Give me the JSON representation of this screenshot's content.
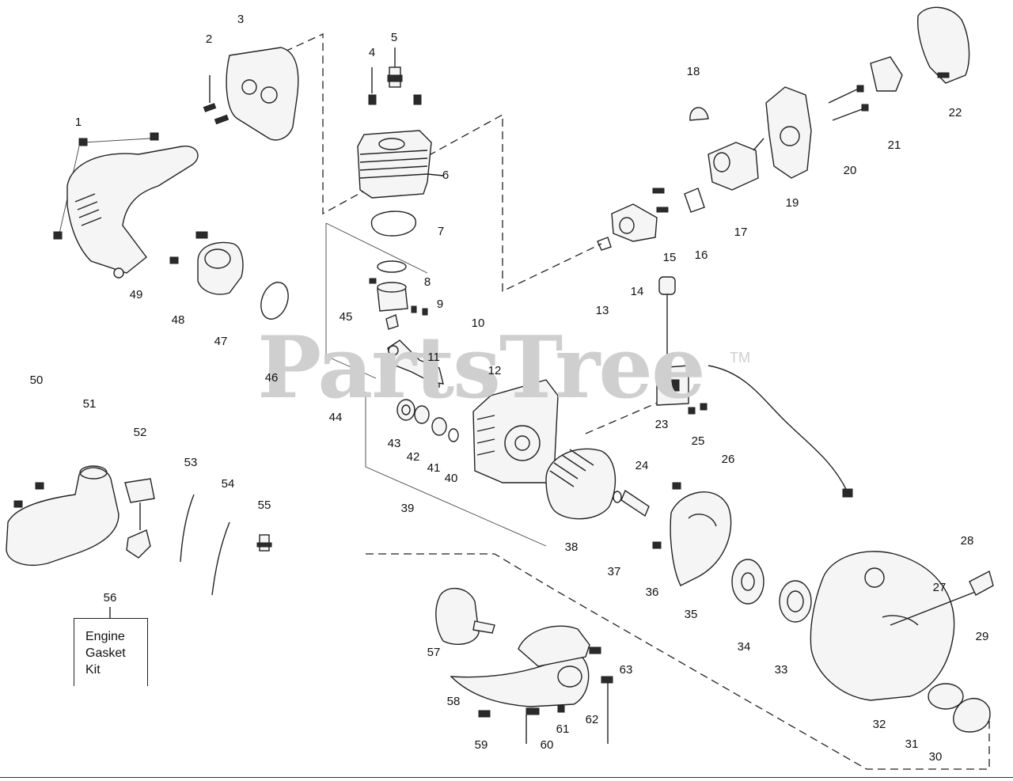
{
  "watermark": {
    "brand": "PartsTree",
    "tm": "TM"
  },
  "kit_box": {
    "line1": "Engine",
    "line2": "Gasket",
    "line3": "Kit"
  },
  "labels": {
    "n1": "1",
    "n2": "2",
    "n3": "3",
    "n4": "4",
    "n5": "5",
    "n6": "6",
    "n7": "7",
    "n8": "8",
    "n9": "9",
    "n10": "10",
    "n11": "11",
    "n12": "12",
    "n13": "13",
    "n14": "14",
    "n15": "15",
    "n16": "16",
    "n17": "17",
    "n18": "18",
    "n19": "19",
    "n20": "20",
    "n21": "21",
    "n22": "22",
    "n23": "23",
    "n24": "24",
    "n25": "25",
    "n26": "26",
    "n27": "27",
    "n28": "28",
    "n29": "29",
    "n30": "30",
    "n31": "31",
    "n32": "32",
    "n33": "33",
    "n34": "34",
    "n35": "35",
    "n36": "36",
    "n37": "37",
    "n38": "38",
    "n39": "39",
    "n40": "40",
    "n41": "41",
    "n42": "42",
    "n43": "43",
    "n44": "44",
    "n45": "45",
    "n46": "46",
    "n47": "47",
    "n48": "48",
    "n49": "49",
    "n50": "50",
    "n51": "51",
    "n52": "52",
    "n53": "53",
    "n54": "54",
    "n55": "55",
    "n56": "56",
    "n57": "57",
    "n58": "58",
    "n59": "59",
    "n60": "60",
    "n61": "61",
    "n62": "62",
    "n63": "63"
  }
}
